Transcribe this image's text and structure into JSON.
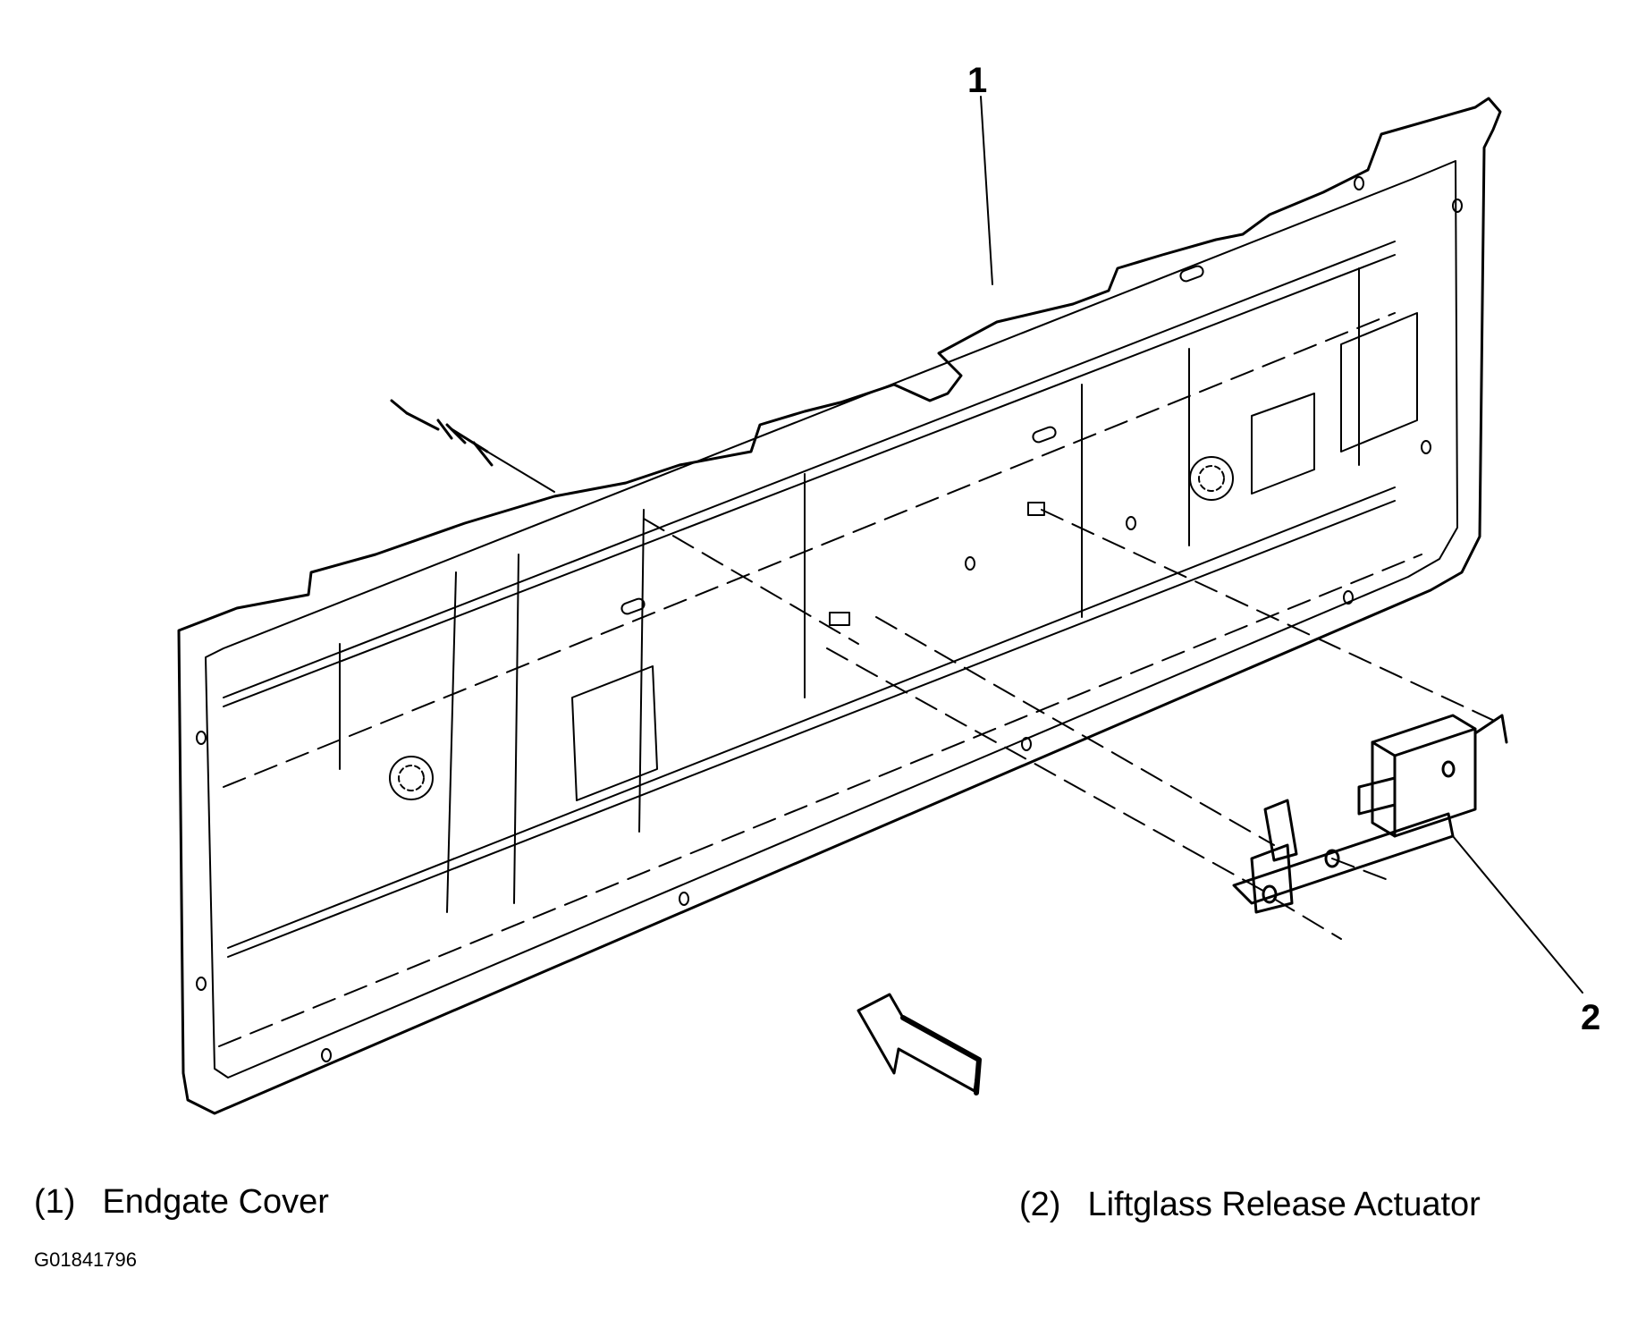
{
  "callouts": [
    {
      "id": "1",
      "label": "1"
    },
    {
      "id": "2",
      "label": "2"
    }
  ],
  "legend": [
    {
      "number": "(1)",
      "text": "Endgate Cover"
    },
    {
      "number": "(2)",
      "text": "Liftglass Release Actuator"
    }
  ],
  "figure_id": "G01841796",
  "colors": {
    "ink": "#000000",
    "background": "#ffffff"
  }
}
